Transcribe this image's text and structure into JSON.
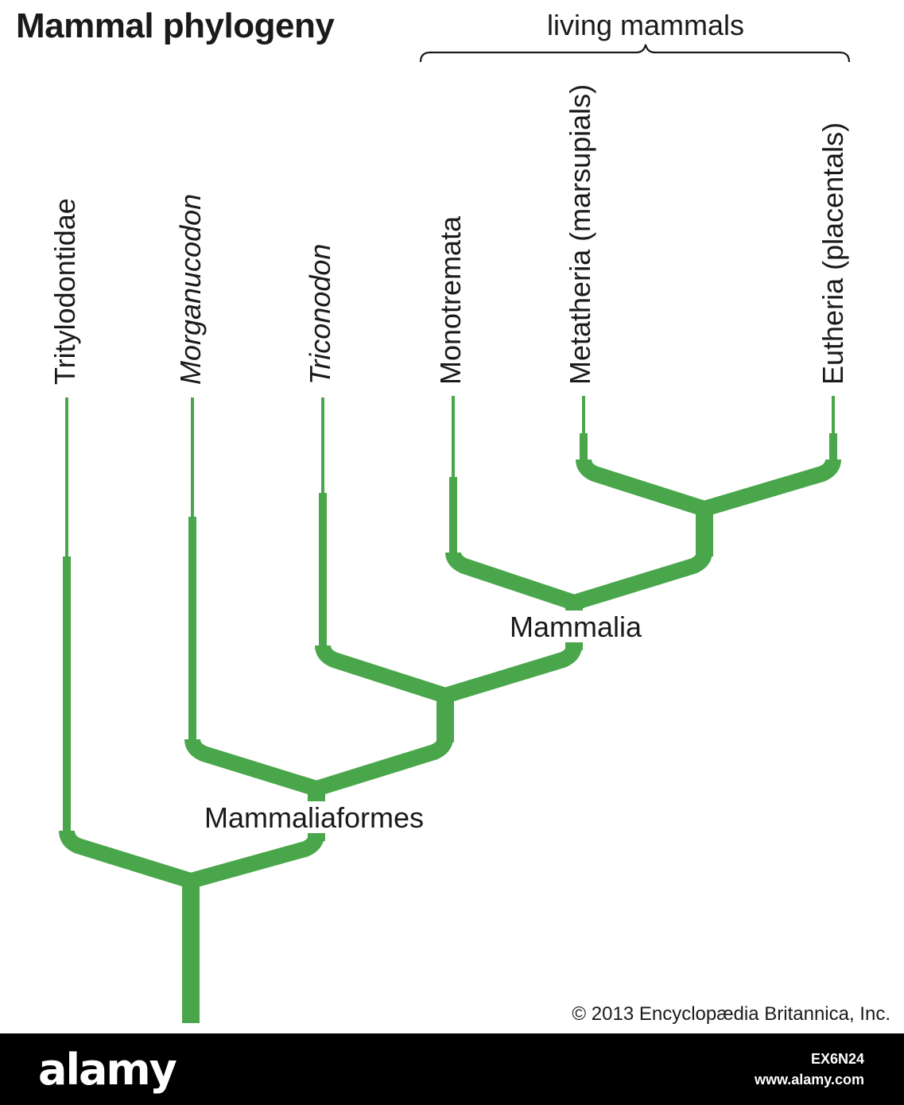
{
  "title": "Mammal phylogeny",
  "living_label": "living mammals",
  "taxa": {
    "tritylodontidae": "Tritylodontidae",
    "morganucodon": "Morganucodon",
    "triconodon": "Triconodon",
    "monotremata": "Monotremata",
    "metatheria": "Metatheria (marsupials)",
    "eutheria": "Eutheria (placentals)"
  },
  "clades": {
    "mammalia": "Mammalia",
    "mammaliaformes": "Mammaliaformes"
  },
  "copyright": "© 2013 Encyclopædia Britannica, Inc.",
  "footer": {
    "logo": "alamy",
    "image_id": "EX6N24",
    "url": "www.alamy.com"
  },
  "colors": {
    "branch": "#4aa64a",
    "text": "#1a1a1a",
    "footer_bg": "#000000"
  }
}
